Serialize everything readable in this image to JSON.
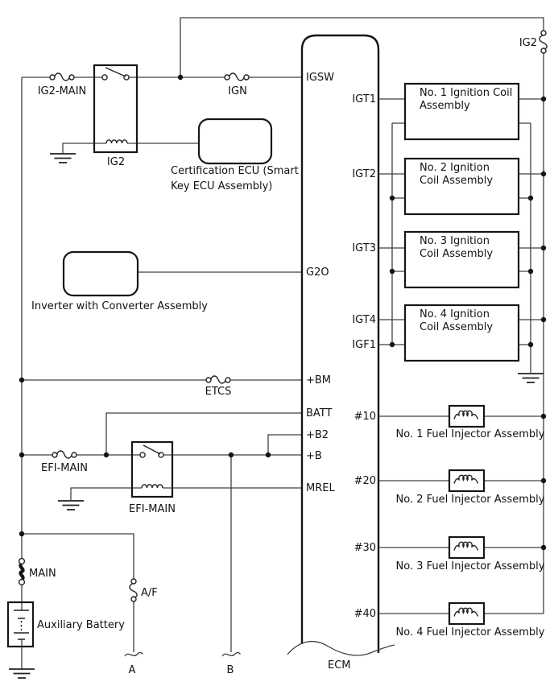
{
  "colors": {
    "wire": "#404040",
    "component": "#161616",
    "text": "#121212",
    "background": "#ffffff"
  },
  "ecm": {
    "label": "ECM",
    "left_pins": {
      "igsw": "IGSW",
      "g2o": "G2O",
      "bm": "+BM",
      "batt": "BATT",
      "b2": "+B2",
      "b": "+B",
      "mrel": "MREL"
    },
    "right_pins": {
      "igt1": "IGT1",
      "igt2": "IGT2",
      "igt3": "IGT3",
      "igt4": "IGT4",
      "igf1": "IGF1",
      "n10": "#10",
      "n20": "#20",
      "n30": "#30",
      "n40": "#40"
    }
  },
  "ignition_circuit": {
    "ig2_main_fuse": "IG2-MAIN",
    "ig2_relay": "IG2",
    "ign_fuse": "IGN",
    "ig2_fuse": "IG2",
    "certification_ecu_line1": "Certification ECU (Smart",
    "certification_ecu_line2": "Key ECU Assembly)"
  },
  "efi_circuit": {
    "etcs_fuse": "ETCS",
    "efi_main_fuse": "EFI-MAIN",
    "efi_main_relay": "EFI-MAIN",
    "inverter": "Inverter with Converter Assembly"
  },
  "power_source": {
    "main_link": "MAIN",
    "aux_battery": "Auxiliary Battery",
    "af_fuse": "A/F",
    "terminal_a": "A",
    "terminal_b": "B"
  },
  "ignition_coils": {
    "coil1_line1": "No. 1 Ignition Coil",
    "coil1_line2": "Assembly",
    "coil2_line1": "No. 2 Ignition",
    "coil2_line2": "Coil Assembly",
    "coil3_line1": "No. 3 Ignition",
    "coil3_line2": "Coil Assembly",
    "coil4_line1": "No. 4 Ignition",
    "coil4_line2": "Coil Assembly"
  },
  "fuel_injectors": {
    "injector1": "No. 1 Fuel Injector Assembly",
    "injector2": "No. 2 Fuel Injector Assembly",
    "injector3": "No. 3 Fuel Injector Assembly",
    "injector4": "No. 4 Fuel Injector Assembly"
  }
}
